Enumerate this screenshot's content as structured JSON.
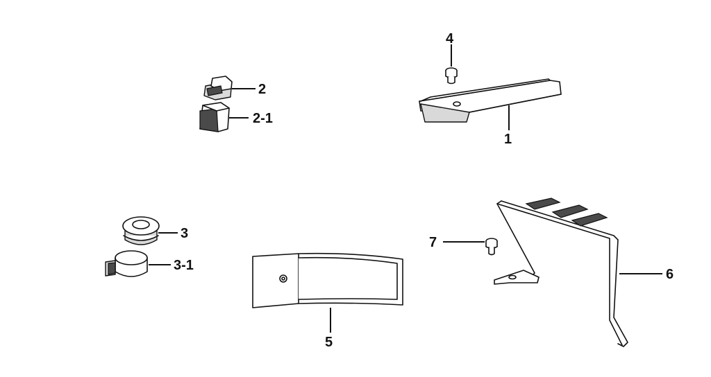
{
  "callouts": {
    "part_1": "1",
    "part_2": "2",
    "part_2_1": "2-1",
    "part_3": "3",
    "part_3_1": "3-1",
    "part_4": "4",
    "part_5": "5",
    "part_6": "6",
    "part_7": "7"
  }
}
